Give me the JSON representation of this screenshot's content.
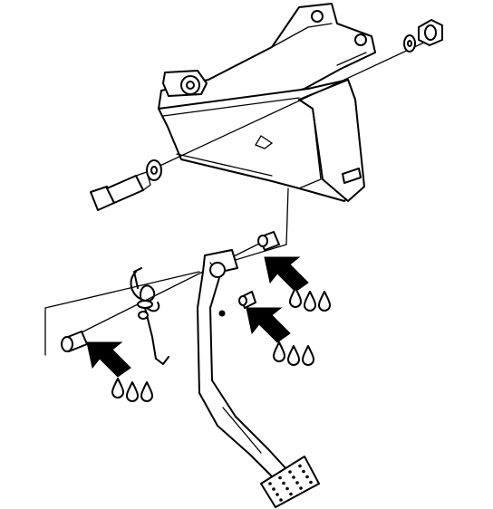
{
  "diagram": {
    "background": "#ffffff",
    "line_color": "#000000",
    "callouts": [
      {
        "id": "upper-pivot",
        "marker": "lubricate-arrow-icon",
        "drops": "oil-drops-icon"
      },
      {
        "id": "lower-pivot",
        "marker": "lubricate-arrow-icon",
        "drops": "oil-drops-icon"
      },
      {
        "id": "left-bushing",
        "marker": "lubricate-arrow-icon",
        "drops": "oil-drops-icon"
      }
    ],
    "parts": [
      "mounting-bracket",
      "pivot-bolt",
      "washer",
      "nut",
      "return-spring",
      "brake-pedal-arm",
      "pedal-pad",
      "bushing"
    ]
  }
}
